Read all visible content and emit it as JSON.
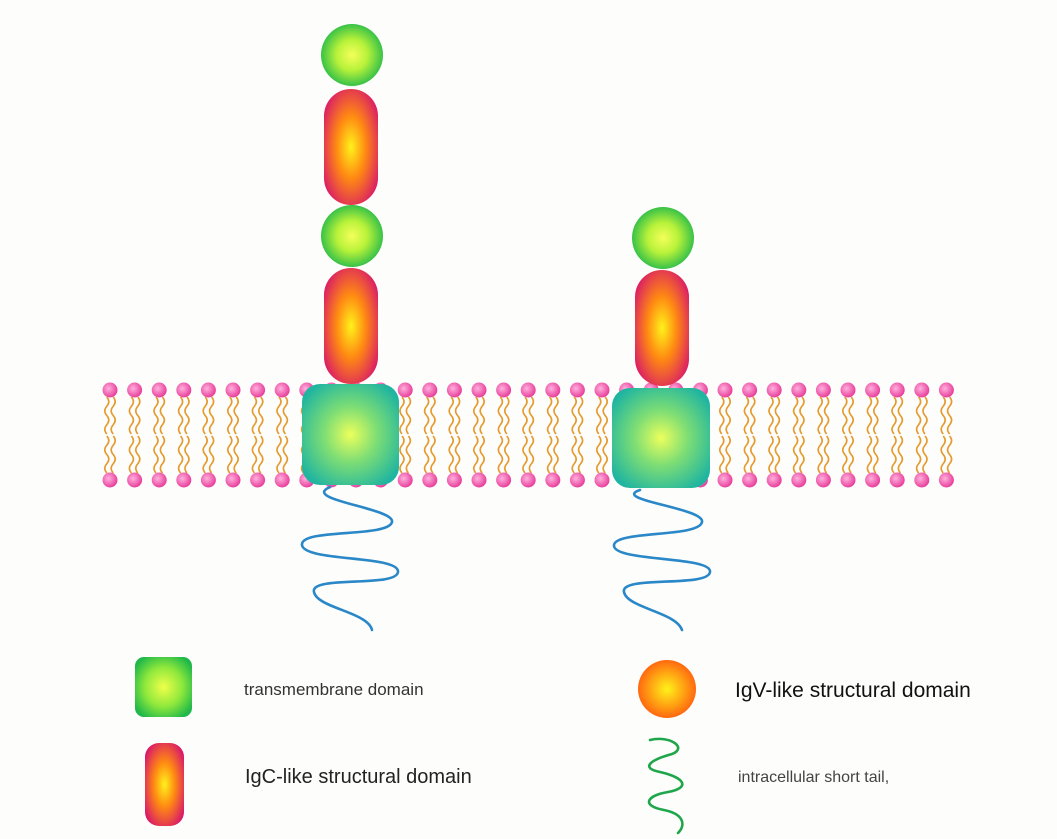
{
  "legend": {
    "transmembrane": "transmembrane domain",
    "igv": "IgV-like structural domain",
    "igc": "IgC-like structural domain",
    "tail": "intracellular short tail,"
  },
  "icons": {
    "igv": "igv-domain-icon",
    "igc": "igc-domain-icon",
    "transmembrane": "transmembrane-domain-icon",
    "tail": "intracellular-tail-icon"
  },
  "colors": {
    "head_group": "#e8409c",
    "lipid_tail": "#e59a2e",
    "igv_center": "#e6ff3c",
    "igv_edge": "#1fb84a",
    "igc_center": "#fff21a",
    "igc_mid": "#ff7a10",
    "igc_edge": "#d8186a",
    "tm_center": "#d8ff4a",
    "tm_edge": "#20b5a0",
    "tail_blue": "#2a87c8",
    "tail_green": "#1ea64a"
  }
}
